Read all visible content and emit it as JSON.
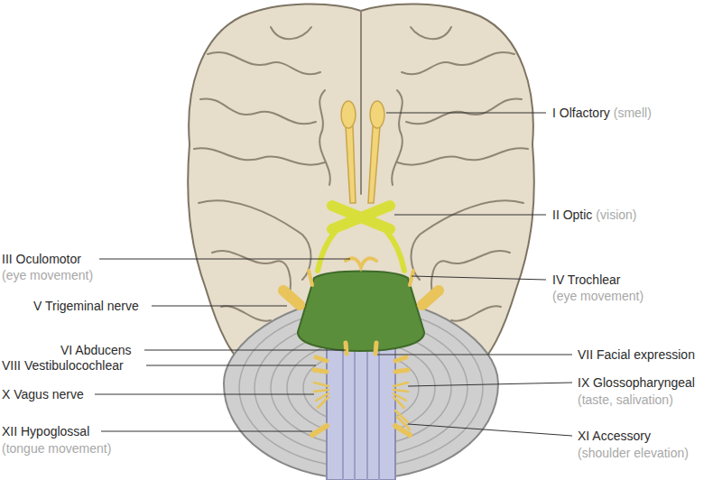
{
  "diagram": {
    "labels": [
      "I Olfactory",
      "(smell)",
      "II Optic",
      "(vision)",
      "III Oculomotor",
      "(eye movement)",
      "IV Trochlear",
      "(eye movement)",
      "V Trigeminal nerve",
      "VI Abducens",
      "VII Facial expression",
      "VIII Vestibulocochlear",
      "IX Glossopharyngeal",
      "(taste, salivation)",
      "X Vagus nerve",
      "XI Accessory",
      "(shoulder elevation)",
      "XII Hypoglossal",
      "(tongue movement)"
    ]
  }
}
